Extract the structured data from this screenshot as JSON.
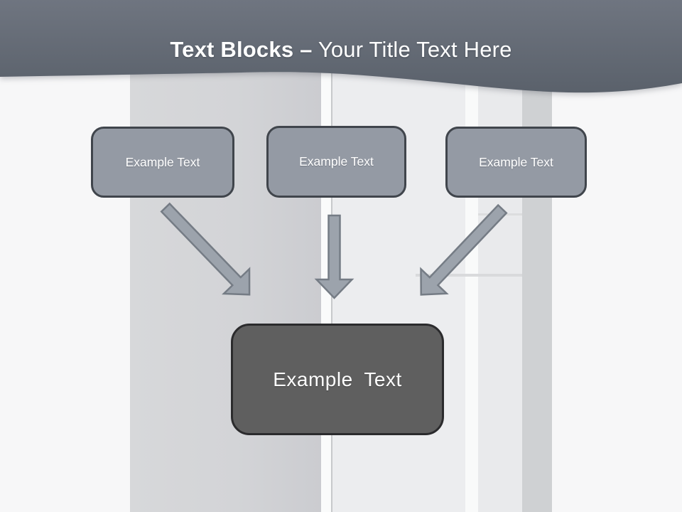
{
  "slide": {
    "header": {
      "title_bold": "Text Blocks",
      "title_dash": "–",
      "title_regular": "Your Title Text Here"
    },
    "diagram": {
      "top_blocks": [
        {
          "label": "Example Text"
        },
        {
          "label": "Example Text"
        },
        {
          "label": "Example Text"
        }
      ],
      "center_block": {
        "label": "Example Text"
      },
      "arrows": [
        {
          "icon": "arrow-down-right-icon"
        },
        {
          "icon": "arrow-down-icon"
        },
        {
          "icon": "arrow-down-left-icon"
        }
      ]
    },
    "background": {
      "photo": "faded-open-refrigerator-photo"
    },
    "theme": {
      "band_top": "#6f7580",
      "band_bottom": "#5a616b",
      "block_fill": "#949aa4",
      "block_border": "#40454c",
      "center_fill": "#5f5f5f",
      "center_border": "#2b2b2d",
      "arrow_fill": "#9ca3ac",
      "arrow_outline": "#757c85",
      "label_color": "#ffffff",
      "base_bg": "#f7f7f8"
    }
  }
}
